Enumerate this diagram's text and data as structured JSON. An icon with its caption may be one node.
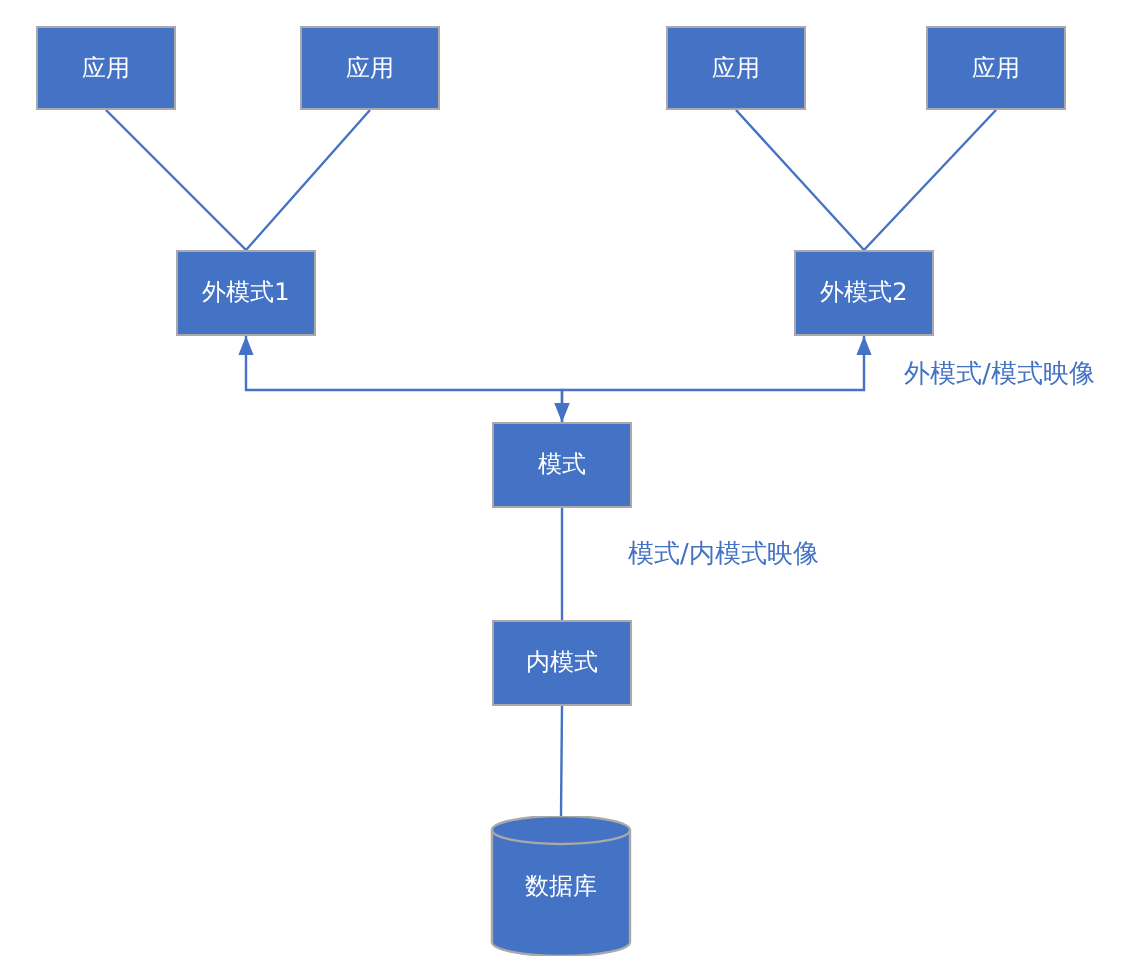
{
  "diagram": {
    "nodes": [
      {
        "text": [
          "应用"
        ]
      },
      {
        "text": [
          "应用"
        ]
      },
      {
        "text": [
          "外模式1"
        ]
      },
      {
        "text": [
          "应用"
        ]
      },
      {
        "text": [
          "应用"
        ]
      },
      {
        "text": [
          "外模式2"
        ]
      },
      {
        "text": [
          "模式"
        ]
      },
      {
        "text": [
          "内模式"
        ]
      },
      {
        "text": [
          "数据库"
        ]
      }
    ],
    "edges": [
      {
        "from": 0,
        "to": 2,
        "arrow": "none"
      },
      {
        "from": 1,
        "to": 2,
        "arrow": "none"
      },
      {
        "from": 3,
        "to": 5,
        "arrow": "none"
      },
      {
        "from": 4,
        "to": 5,
        "arrow": "none"
      },
      {
        "from": 2,
        "to": 6,
        "arrow": "both"
      },
      {
        "from": 5,
        "to": 6,
        "arrow": "both"
      },
      {
        "from": 6,
        "to": 7,
        "arrow": "none"
      },
      {
        "from": 7,
        "to": 8,
        "arrow": "none"
      }
    ],
    "labels": [
      "外模式/模式映像",
      "模式/内模式映像"
    ]
  }
}
